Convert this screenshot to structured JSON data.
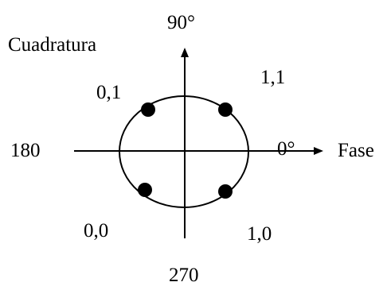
{
  "labels": {
    "top_angle": "90°",
    "quadrature_axis": "Cuadratura",
    "left_angle": "180",
    "right_angle": "0°",
    "phase_axis": "Fase",
    "bottom_angle": "270"
  },
  "symbols": {
    "upper_left": "0,1",
    "upper_right": "1,1",
    "lower_left": "0,0",
    "lower_right": "1,0"
  }
}
